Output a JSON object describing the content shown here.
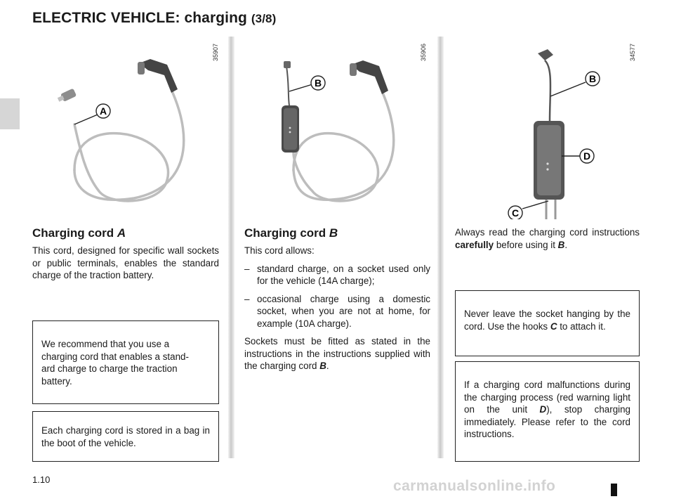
{
  "header": {
    "title": "ELECTRIC VEHICLE: charging",
    "part": "(3/8)"
  },
  "figures": [
    {
      "code": "35907",
      "callouts": [
        "A"
      ]
    },
    {
      "code": "35906",
      "callouts": [
        "B"
      ]
    },
    {
      "code": "34577",
      "callouts": [
        "B",
        "D",
        "C"
      ]
    }
  ],
  "left_column": {
    "heading_text": "Charging cord ",
    "heading_letter": "A",
    "body": "This cord, designed for specific wall sockets or public terminals, enables the standard charge of the traction battery.",
    "note1": "We recommend that you use a charging cord that enables a standard charge to charge the traction battery.",
    "note1_lines": [
      "We recommend that you use a",
      "charging cord that enables a stand-",
      "ard charge to charge the traction",
      "battery."
    ],
    "note2": "Each charging cord is stored in a bag in the boot of the vehicle."
  },
  "middle_column": {
    "heading_text": "Charging cord ",
    "heading_letter": "B",
    "intro": "This cord allows:",
    "bullets": [
      "standard charge, on a socket used only for the vehicle (14A charge);",
      "occasional charge using a domestic socket, when you are not at home, for example (10A charge)."
    ],
    "para_before": "Sockets must be fitted as stated in the instructions in the instructions supplied with the charging cord ",
    "para_letter": "B",
    "para_after": "."
  },
  "right_column": {
    "intro_before": "Always read the charging cord instructions ",
    "intro_bold": "carefully",
    "intro_mid": " before using it ",
    "intro_letter": "B",
    "intro_after": ".",
    "note1_before": "Never leave the socket hanging by the cord. Use the hooks ",
    "note1_letter": "C",
    "note1_after": " to attach it.",
    "note2_before": "If a charging cord malfunctions during the charging process (red warning light on the unit ",
    "note2_letter": "D",
    "note2_after": "), stop charging immediately. Please refer to the cord instructions."
  },
  "footer": {
    "page_number": "1.10",
    "watermark": "carmanualsonline.info"
  }
}
